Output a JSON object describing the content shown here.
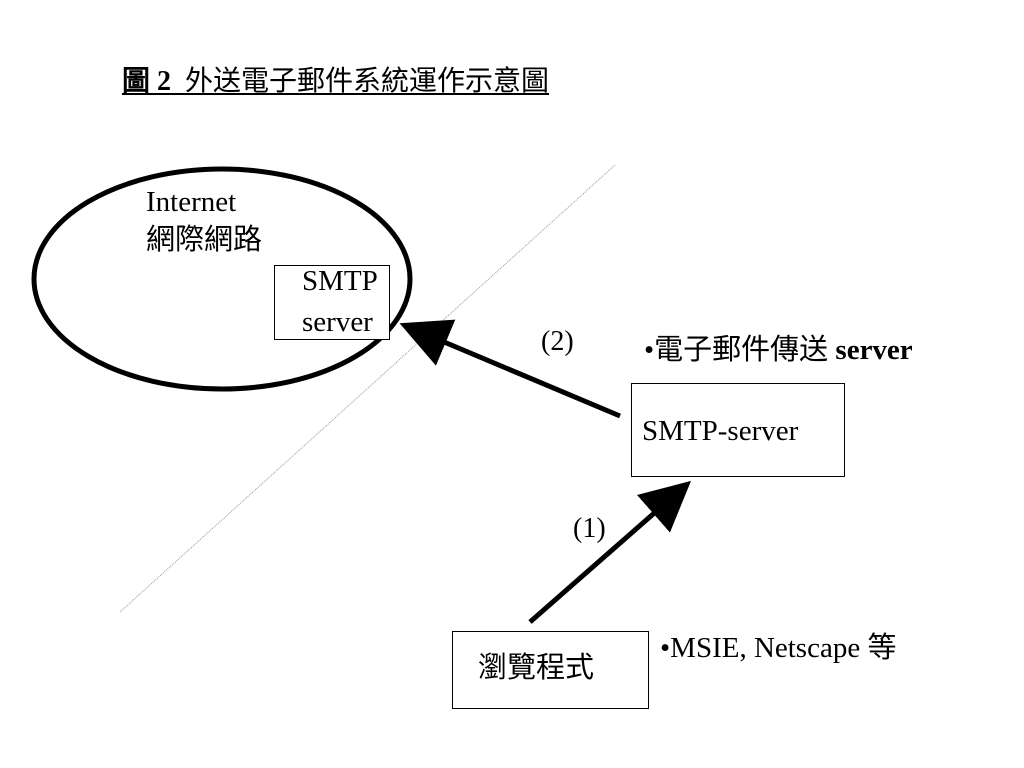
{
  "title": {
    "prefix": "圖 2",
    "text": "外送電子郵件系統運作示意圖"
  },
  "internet": {
    "label_en": "Internet",
    "label_zh": "網際網路"
  },
  "smtp_inner": {
    "line1": "SMTP",
    "line2": "server"
  },
  "step_labels": {
    "step2": "(2)",
    "step1": "(1)"
  },
  "smtp_server": {
    "note_prefix": "•電子郵件傳送",
    "note_suffix": "server",
    "box_label": "SMTP-server"
  },
  "browser": {
    "box_label": "瀏覽程式",
    "note": "•MSIE, Netscape 等"
  }
}
